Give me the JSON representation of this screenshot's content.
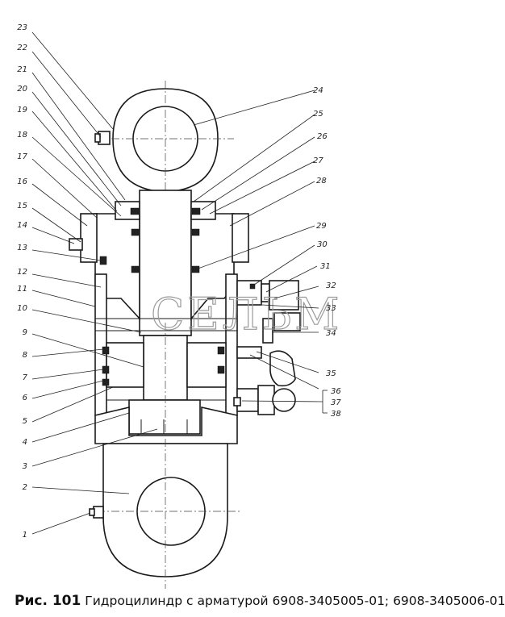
{
  "caption": {
    "figure_label": "Рис. 101",
    "title": "Гидроцилиндр с арматурой 6908-3405005-01; 6908-3405006-01"
  },
  "watermark": "СЕЛЬМ",
  "callouts_left": [
    "23",
    "22",
    "21",
    "20",
    "19",
    "18",
    "17",
    "16",
    "15",
    "14",
    "13",
    "12",
    "11",
    "10",
    "9",
    "8",
    "7",
    "6",
    "5",
    "4",
    "3",
    "2",
    "1"
  ],
  "callouts_right": [
    "24",
    "25",
    "26",
    "27",
    "28",
    "29",
    "30",
    "31",
    "32",
    "33",
    "34",
    "35",
    "36",
    "37",
    "38"
  ],
  "colors": {
    "ink": "#1a1a1a",
    "paper": "#ffffff",
    "watermark": "#9a9a9a"
  }
}
